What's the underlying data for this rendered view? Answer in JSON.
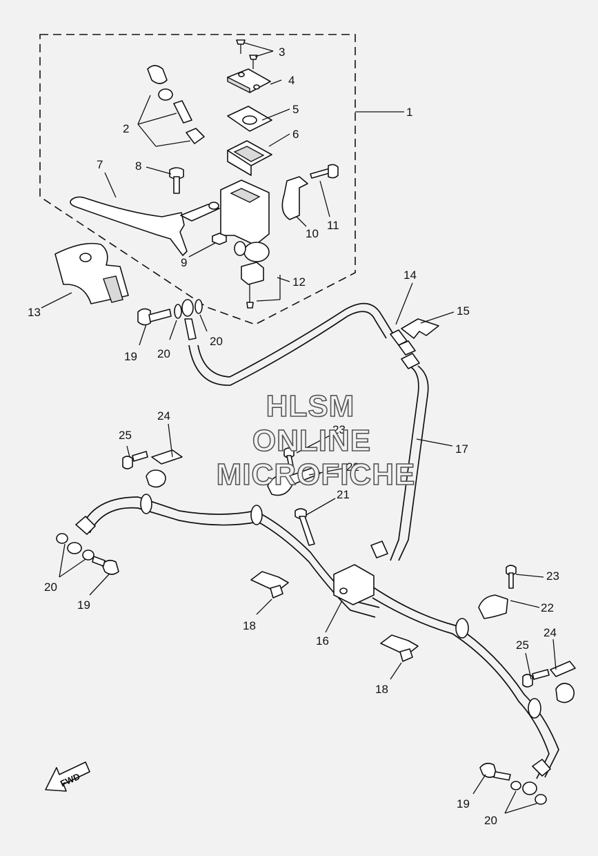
{
  "watermark": {
    "line1": "HLSM",
    "line2": "ONLINE",
    "line3": "MICROFICHE"
  },
  "direction_label": "FWD",
  "callouts": [
    {
      "id": "c1",
      "text": "1"
    },
    {
      "id": "c2",
      "text": "2"
    },
    {
      "id": "c3",
      "text": "3"
    },
    {
      "id": "c4",
      "text": "4"
    },
    {
      "id": "c5",
      "text": "5"
    },
    {
      "id": "c6",
      "text": "6"
    },
    {
      "id": "c7",
      "text": "7"
    },
    {
      "id": "c8",
      "text": "8"
    },
    {
      "id": "c9",
      "text": "9"
    },
    {
      "id": "c10",
      "text": "10"
    },
    {
      "id": "c11",
      "text": "11"
    },
    {
      "id": "c12",
      "text": "12"
    },
    {
      "id": "c13",
      "text": "13"
    },
    {
      "id": "c14",
      "text": "14"
    },
    {
      "id": "c15",
      "text": "15"
    },
    {
      "id": "c16",
      "text": "16"
    },
    {
      "id": "c17",
      "text": "17"
    },
    {
      "id": "c18a",
      "text": "18"
    },
    {
      "id": "c18b",
      "text": "18"
    },
    {
      "id": "c19a",
      "text": "19"
    },
    {
      "id": "c19b",
      "text": "19"
    },
    {
      "id": "c19c",
      "text": "19"
    },
    {
      "id": "c20a",
      "text": "20"
    },
    {
      "id": "c20b",
      "text": "20"
    },
    {
      "id": "c20c",
      "text": "20"
    },
    {
      "id": "c20d",
      "text": "20"
    },
    {
      "id": "c21",
      "text": "21"
    },
    {
      "id": "c22a",
      "text": "22"
    },
    {
      "id": "c22b",
      "text": "22"
    },
    {
      "id": "c23a",
      "text": "23"
    },
    {
      "id": "c23b",
      "text": "23"
    },
    {
      "id": "c24a",
      "text": "24"
    },
    {
      "id": "c24b",
      "text": "24"
    },
    {
      "id": "c25a",
      "text": "25"
    },
    {
      "id": "c25b",
      "text": "25"
    }
  ]
}
